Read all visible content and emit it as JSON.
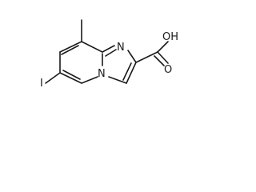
{
  "molecule": {
    "atoms": {
      "iodine": "I",
      "ring_nitrogen_top": "N",
      "bridgehead_nitrogen": "N",
      "carbonyl_oxygen": "O",
      "hydroxyl": "OH"
    },
    "colors": {
      "bond": "#1a1a1a",
      "label": "#1a1a1a",
      "background": "#ffffff"
    }
  }
}
